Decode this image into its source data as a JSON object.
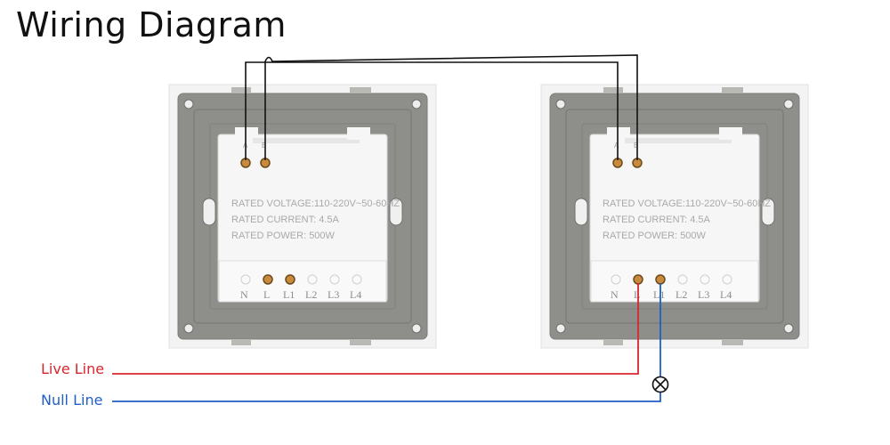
{
  "title": "Wiring Diagram",
  "specs": {
    "voltage": "RATED VOLTAGE:110-220V~50-60HZ",
    "current": "RATED CURRENT: 4.5A",
    "power": "RATED POWER: 500W"
  },
  "top_terminals": [
    "A",
    "B"
  ],
  "bottom_terminals": [
    "N",
    "L",
    "L1",
    "L2",
    "L3",
    "L4"
  ],
  "lines": {
    "live": "Live Line",
    "null": "Null Line"
  },
  "colors": {
    "live": "#d7262e",
    "null": "#1f5fc7",
    "wire": "#111111",
    "plate": "#f1f1f1",
    "frame": "#8e8f8a",
    "module": "#f7f7f7"
  },
  "icons": [
    "lamp-icon"
  ]
}
